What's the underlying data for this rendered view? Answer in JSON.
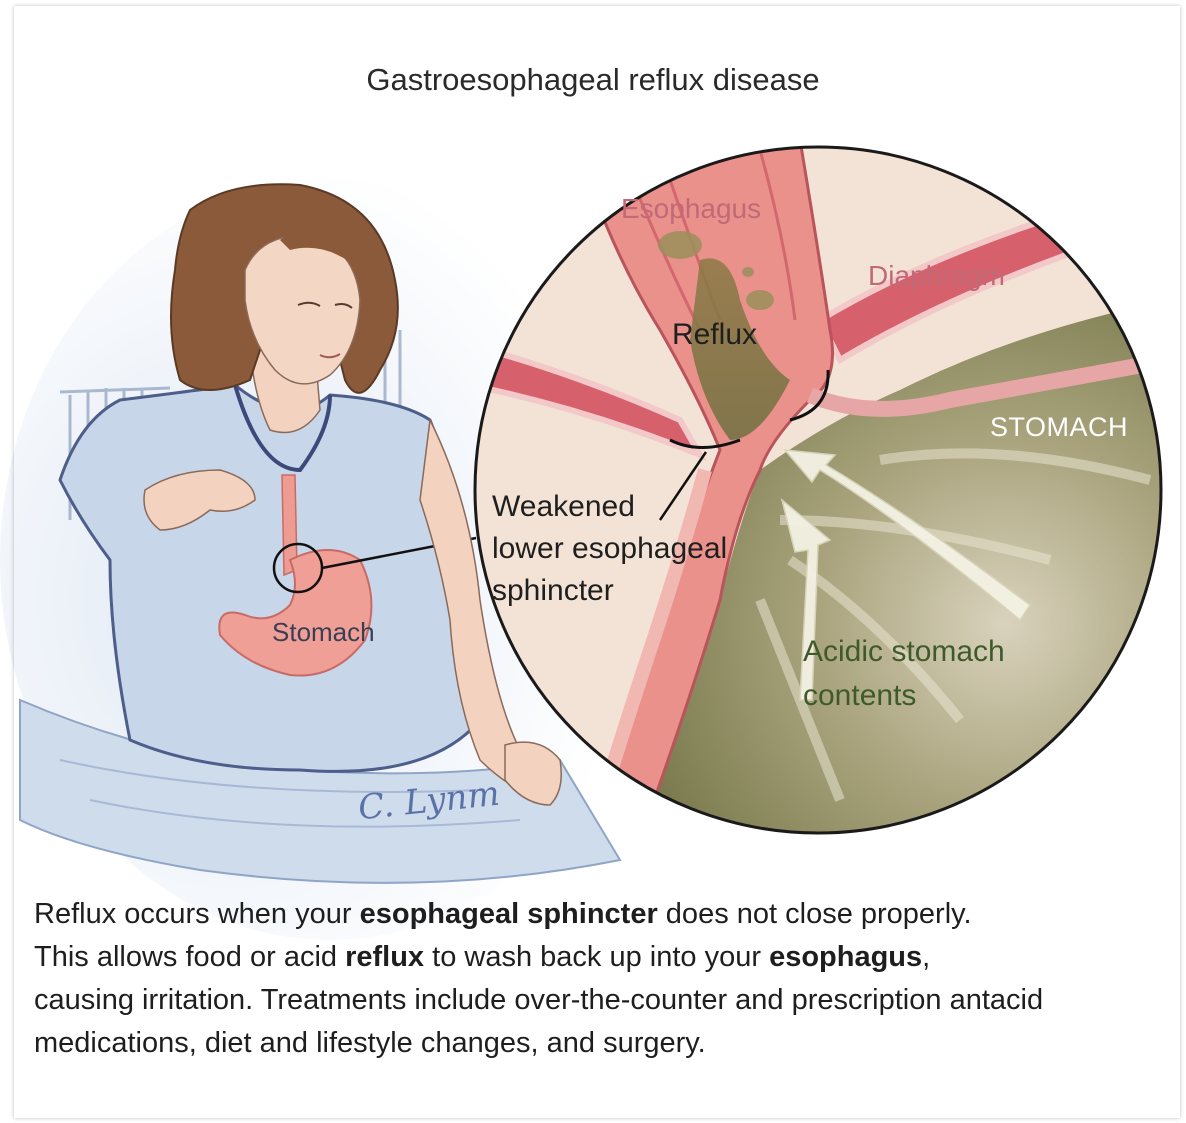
{
  "title": "Gastroesophageal reflux disease",
  "labels": {
    "esophagus": "Esophagus",
    "diaphragm": "Diaphragm",
    "reflux": "Reflux",
    "stomach_inset": "STOMACH",
    "sphincter_line1": "Weakened",
    "sphincter_line2": "lower esophageal",
    "sphincter_line3": "sphincter",
    "acid_line1": "Acidic stomach",
    "acid_line2": "contents",
    "stomach_figure": "Stomach",
    "signature": "C. Lynm"
  },
  "caption": {
    "s1": "Reflux occurs when your ",
    "s1_bold": "esophageal sphincter",
    "s1_end": " does not close properly.",
    "s2": "This allows food or acid ",
    "s2_bold": "reflux",
    "s2_mid": " to wash back up into your ",
    "s2_bold2": "esophagus",
    "s2_end": ",",
    "s3": "causing irritation. Treatments include over-the-counter and prescription antacid medications, diet and lifestyle changes, and surgery."
  },
  "colors": {
    "tissue": "#e9948e",
    "stomach_wall": "#c8b79c",
    "acid": "#8a8a58",
    "shirt": "#c9d7ea",
    "hair": "#8a5a3a",
    "skin": "#f3d2bf"
  }
}
